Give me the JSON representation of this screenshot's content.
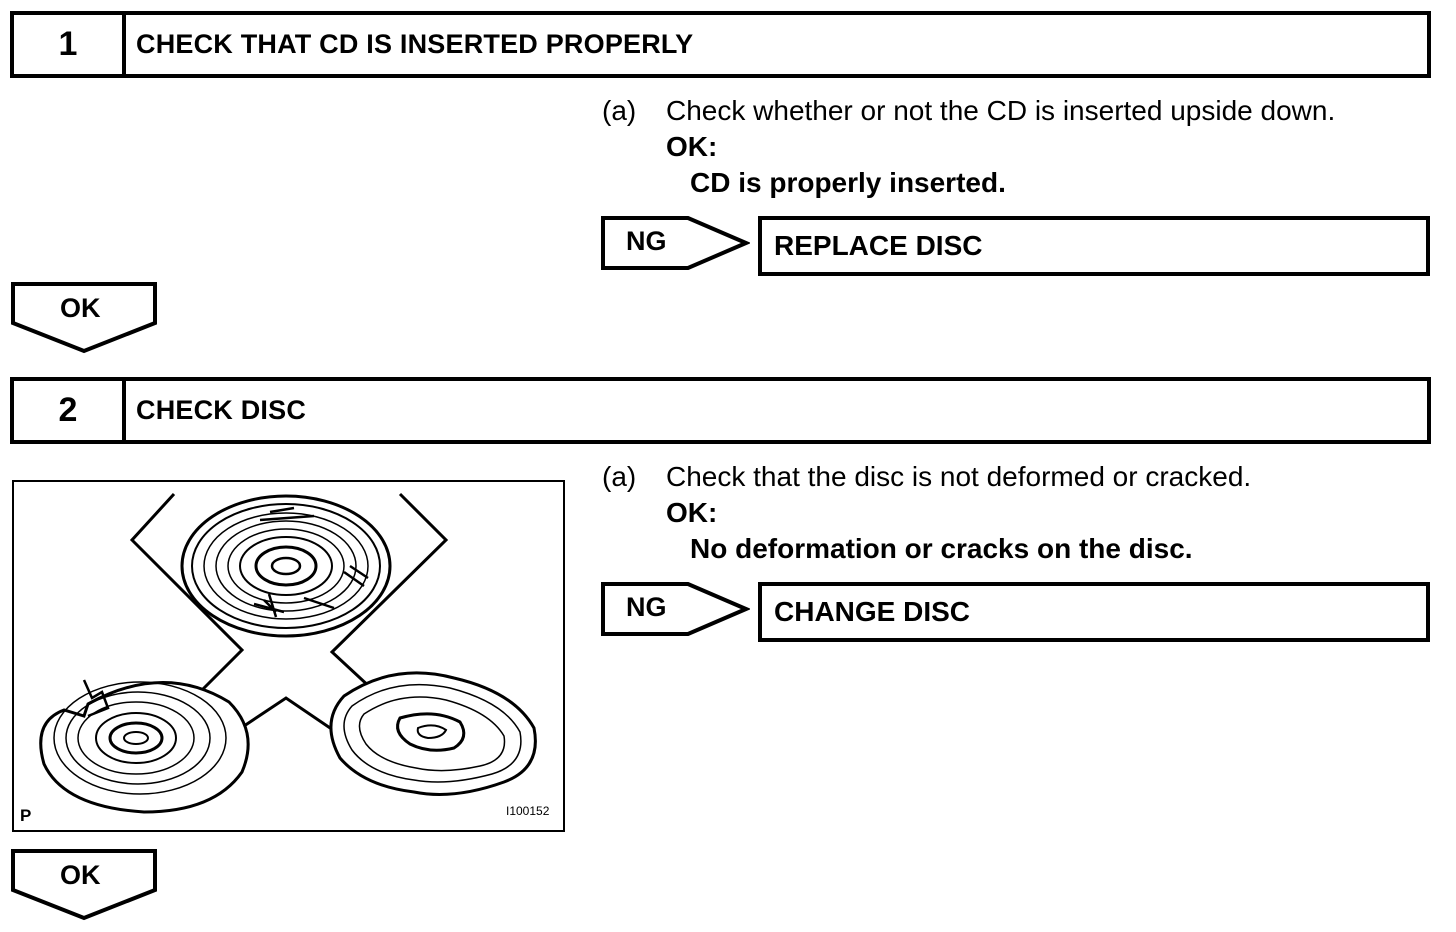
{
  "step1": {
    "number": "1",
    "title": "CHECK THAT CD IS INSERTED PROPERLY",
    "instruction_marker": "(a)",
    "instruction": "Check whether or not the CD is inserted upside down.",
    "ok_label": "OK:",
    "ok_condition": "CD is properly inserted.",
    "ng_label": "NG",
    "ng_action": "REPLACE DISC",
    "ok_flow_label": "OK"
  },
  "step2": {
    "number": "2",
    "title": "CHECK DISC",
    "instruction_marker": "(a)",
    "instruction": "Check that the disc is not deformed or cracked.",
    "ok_label": "OK:",
    "ok_condition": "No deformation or cracks on the disc.",
    "ng_label": "NG",
    "ng_action": "CHANGE DISC",
    "ok_flow_label": "OK"
  },
  "illustration": {
    "corner_label": "P",
    "figure_id": "I100152",
    "icons": [
      "disc-scratched-icon",
      "disc-cracked-icon",
      "disc-deformed-icon"
    ]
  }
}
